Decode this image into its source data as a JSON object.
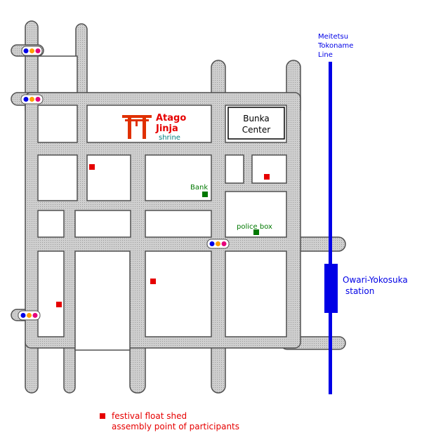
{
  "labels": {
    "shrine_name_line1": "Atago",
    "shrine_name_line2": "Jinja",
    "shrine_sub": "shrine",
    "bunka_line1": "Bunka",
    "bunka_line2": "Center",
    "bank": "Bank",
    "police_box": "police box",
    "rail_line1": "Meitetsu",
    "rail_line2": "Tokoname",
    "rail_line3": "Line",
    "station_line1": "Owari-Yokosuka",
    "station_line2": "station",
    "legend_line1": "festival float shed",
    "legend_line2": "assembly point of participants"
  },
  "icons": {
    "shrine": "torii-gate-icon",
    "traffic_light": "traffic-light-icon",
    "float_shed": "red-square-marker",
    "bank": "green-square-marker",
    "police_box": "green-square-marker"
  },
  "colors": {
    "road_fill": "#c8c8c8",
    "road_outline": "#505050",
    "shrine_text": "#e60000",
    "shrine_sub": "#008080",
    "poi_green": "#007800",
    "rail_blue": "#0000e6",
    "float_red": "#e60000",
    "block_fill": "#ffffff"
  }
}
